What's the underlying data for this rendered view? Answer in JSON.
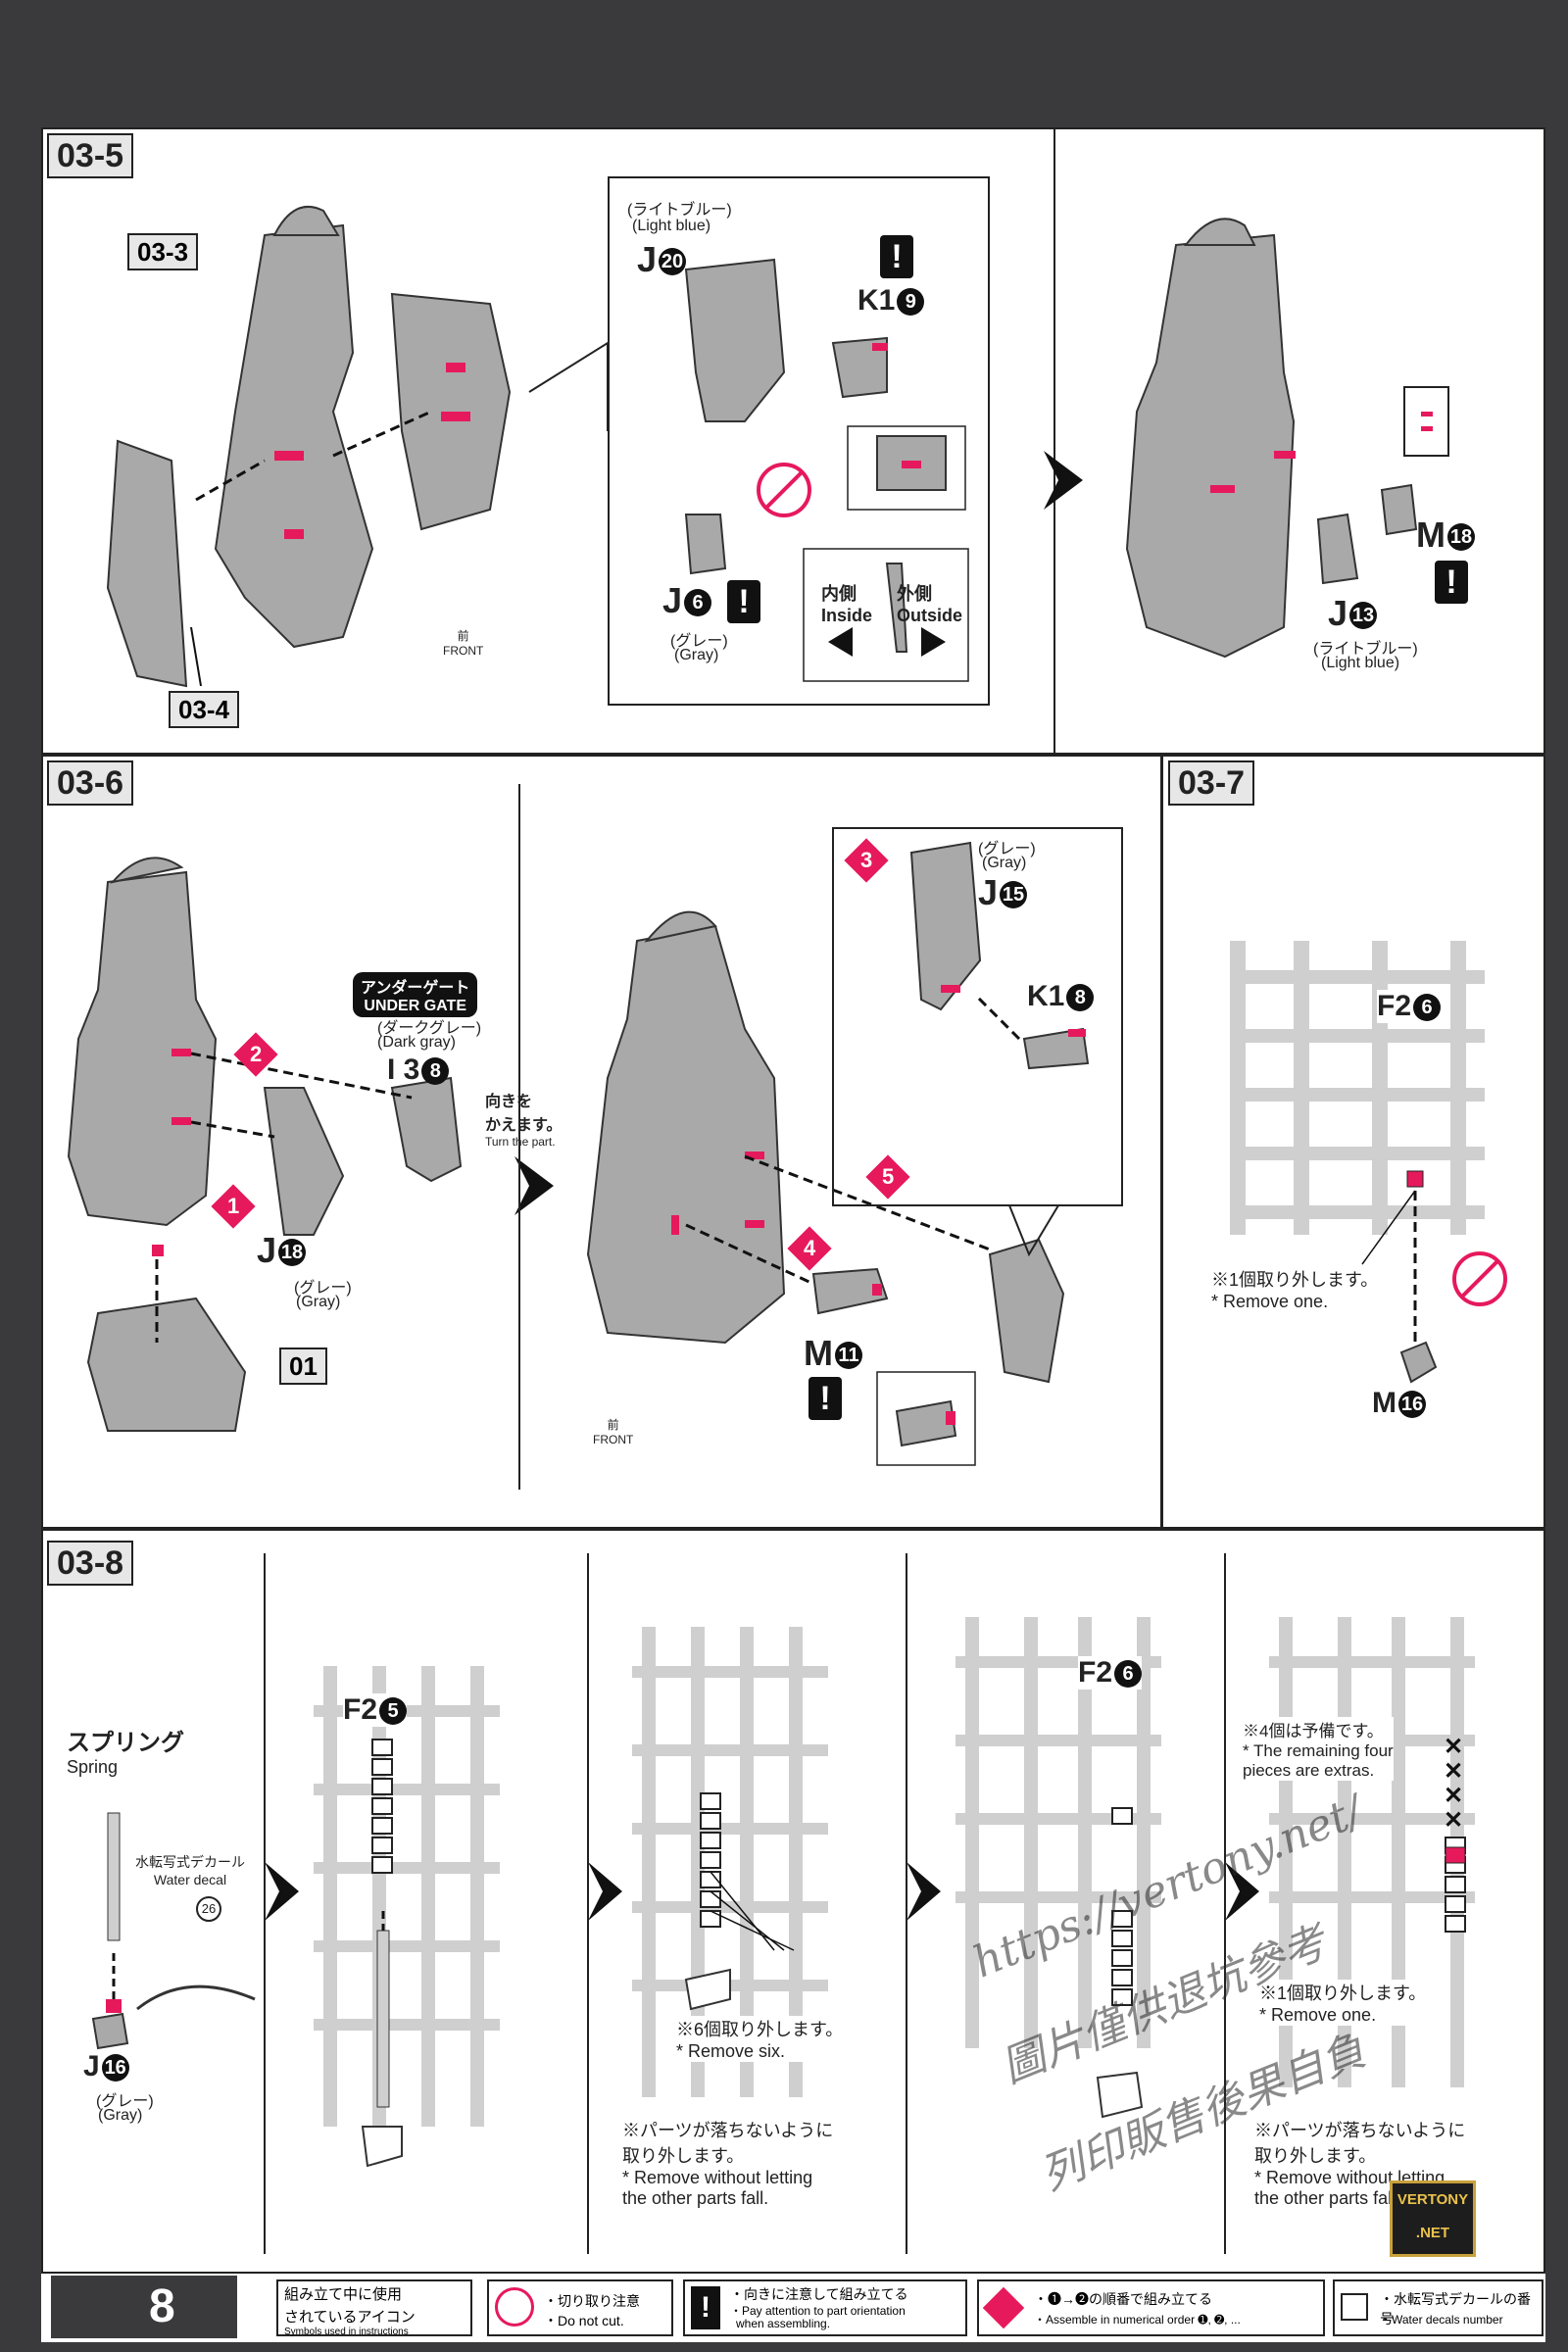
{
  "steps": {
    "s035": {
      "label": "03-5",
      "ref_033": "03-3",
      "ref_034": "03-4",
      "front": "FRONT",
      "front_jp": "前",
      "callout": {
        "j20_color_jp": "(ライトブルー)",
        "j20_color_en": "(Light blue)",
        "j20_part": "J",
        "j20_num": "20",
        "k19_part": "K1",
        "k19_num": "9",
        "j6_part": "J",
        "j6_num": "6",
        "j6_color_jp": "(グレー)",
        "j6_color_en": "(Gray)",
        "inside_jp": "内側",
        "inside_en": "Inside",
        "outside_jp": "外側",
        "outside_en": "Outside"
      },
      "m18_part": "M",
      "m18_num": "18",
      "j13_part": "J",
      "j13_num": "13",
      "j13_color_jp": "(ライトブルー)",
      "j13_color_en": "(Light blue)"
    },
    "s036": {
      "label": "03-6",
      "under_gate_jp": "アンダーゲート",
      "under_gate_en": "UNDER GATE",
      "i38_color_jp": "(ダークグレー)",
      "i38_color_en": "(Dark gray)",
      "i38_part": "I 3",
      "i38_num": "8",
      "turn_jp": "向きを",
      "turn_jp2": "かえます。",
      "turn_en": "Turn the part.",
      "j18_part": "J",
      "j18_num": "18",
      "j18_color_jp": "(グレー)",
      "j18_color_en": "(Gray)",
      "ref_01": "01",
      "front": "FRONT",
      "front_jp": "前",
      "j15_color_jp": "(グレー)",
      "j15_color_en": "(Gray)",
      "j15_part": "J",
      "j15_num": "15",
      "k18_part": "K1",
      "k18_num": "8",
      "m11_part": "M",
      "m11_num": "11",
      "order": [
        "1",
        "2",
        "3",
        "4",
        "5"
      ]
    },
    "s037": {
      "label": "03-7",
      "runner": "F2",
      "runner_num": "6",
      "remove_jp": "※1個取り外します。",
      "remove_en": "* Remove one.",
      "m16_part": "M",
      "m16_num": "16"
    },
    "s038": {
      "label": "03-8",
      "spring_jp": "スプリング",
      "spring_en": "Spring",
      "decal_jp": "水転写式デカール",
      "decal_en": "Water decal",
      "decal_num": "26",
      "j16_part": "J",
      "j16_num": "16",
      "j16_color_jp": "(グレー)",
      "j16_color_en": "(Gray)",
      "runner_a": "F2",
      "runner_a_num": "5",
      "runner_b": "F2",
      "runner_b_num": "6",
      "remove6_jp": "※6個取り外します。",
      "remove6_en": "* Remove six.",
      "nofall_jp": "※パーツが落ちないように",
      "nofall_jp2": "取り外します。",
      "nofall_en": "* Remove without letting",
      "nofall_en2": "the other parts fall.",
      "spare_jp": "※4個は予備です。",
      "spare_en": "* The remaining four",
      "spare_en2": "pieces are extras.",
      "remove1_jp": "※1個取り外します。",
      "remove1_en": "* Remove one.",
      "nofall_b_jp": "※パーツが落ちないように",
      "nofall_b_jp2": "取り外します。",
      "nofall_b_en": "* Remove without letting",
      "nofall_b_en2": "the other parts fall."
    }
  },
  "watermark": {
    "line1": "https://vertony.net/",
    "line2": "圖片僅供退坑參考",
    "line3": "列印販售後果自負",
    "logo": "VERTONY .NET"
  },
  "footer": {
    "page": "8",
    "legend_jp": "組み立て中に使用",
    "legend_jp2": "されているアイコン",
    "legend_en": "Symbols used in instructions",
    "cut_jp": "・切り取り注意",
    "cut_en": "・Do not cut.",
    "orient_jp": "・向きに注意して組み立てる",
    "orient_en": "・Pay attention to part orientation",
    "orient_en2": "when assembling.",
    "order_jp": "・➊→➋の順番で組み立てる",
    "order_en": "・Assemble in numerical order ➊, ➋, ...",
    "decal_jp": "・水転写式デカールの番号",
    "decal_en": "・Water decals number"
  },
  "colors": {
    "accent": "#e6195d",
    "part": "#a9a9a9",
    "runner": "#cfcfcf",
    "dark": "#3a3a3c"
  }
}
